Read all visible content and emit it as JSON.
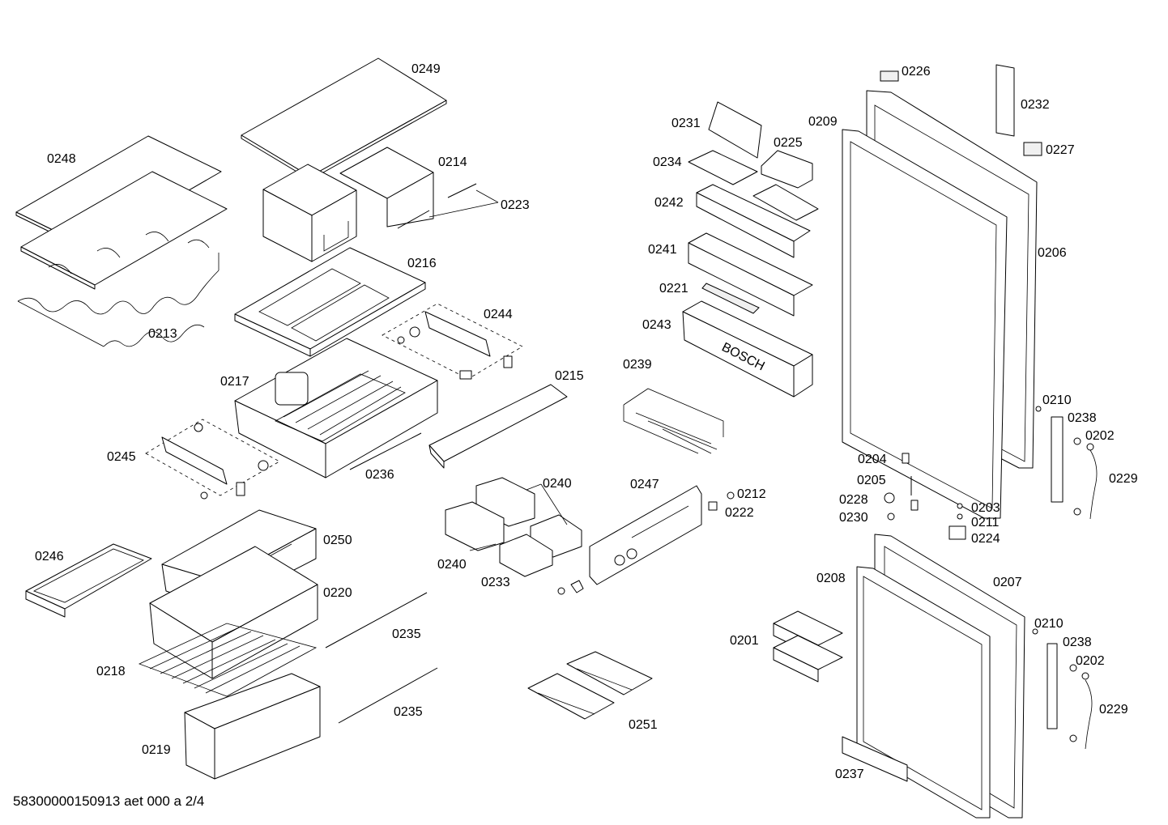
{
  "labels": {
    "p0249": "0249",
    "p0248": "0248",
    "p0214": "0214",
    "p0223": "0223",
    "p0213": "0213",
    "p0216": "0216",
    "p0244": "0244",
    "p0217": "0217",
    "p0215": "0215",
    "p0245": "0245",
    "p0236": "0236",
    "p0246": "0246",
    "p0250": "0250",
    "p0220": "0220",
    "p0235a": "0235",
    "p0235b": "0235",
    "p0218": "0218",
    "p0219": "0219",
    "p0240a": "0240",
    "p0240b": "0240",
    "p0233": "0233",
    "p0247": "0247",
    "p0212": "0212",
    "p0222": "0222",
    "p0251": "0251",
    "p0231": "0231",
    "p0225": "0225",
    "p0209": "0209",
    "p0234": "0234",
    "p0242": "0242",
    "p0241": "0241",
    "p0221": "0221",
    "p0243": "0243",
    "p0239": "0239",
    "p0226": "0226",
    "p0232": "0232",
    "p0227": "0227",
    "p0206": "0206",
    "p0210a": "0210",
    "p0238a": "0238",
    "p0202a": "0202",
    "p0229a": "0229",
    "p0204": "0204",
    "p0205": "0205",
    "p0228": "0228",
    "p0230": "0230",
    "p0203": "0203",
    "p0211": "0211",
    "p0224": "0224",
    "p0208": "0208",
    "p0207": "0207",
    "p0201": "0201",
    "p0210b": "0210",
    "p0238b": "0238",
    "p0202b": "0202",
    "p0229b": "0229",
    "p0237": "0237"
  },
  "brand_mark": "BOSCH",
  "footer": "58300000150913 aet 000 a 2/4"
}
